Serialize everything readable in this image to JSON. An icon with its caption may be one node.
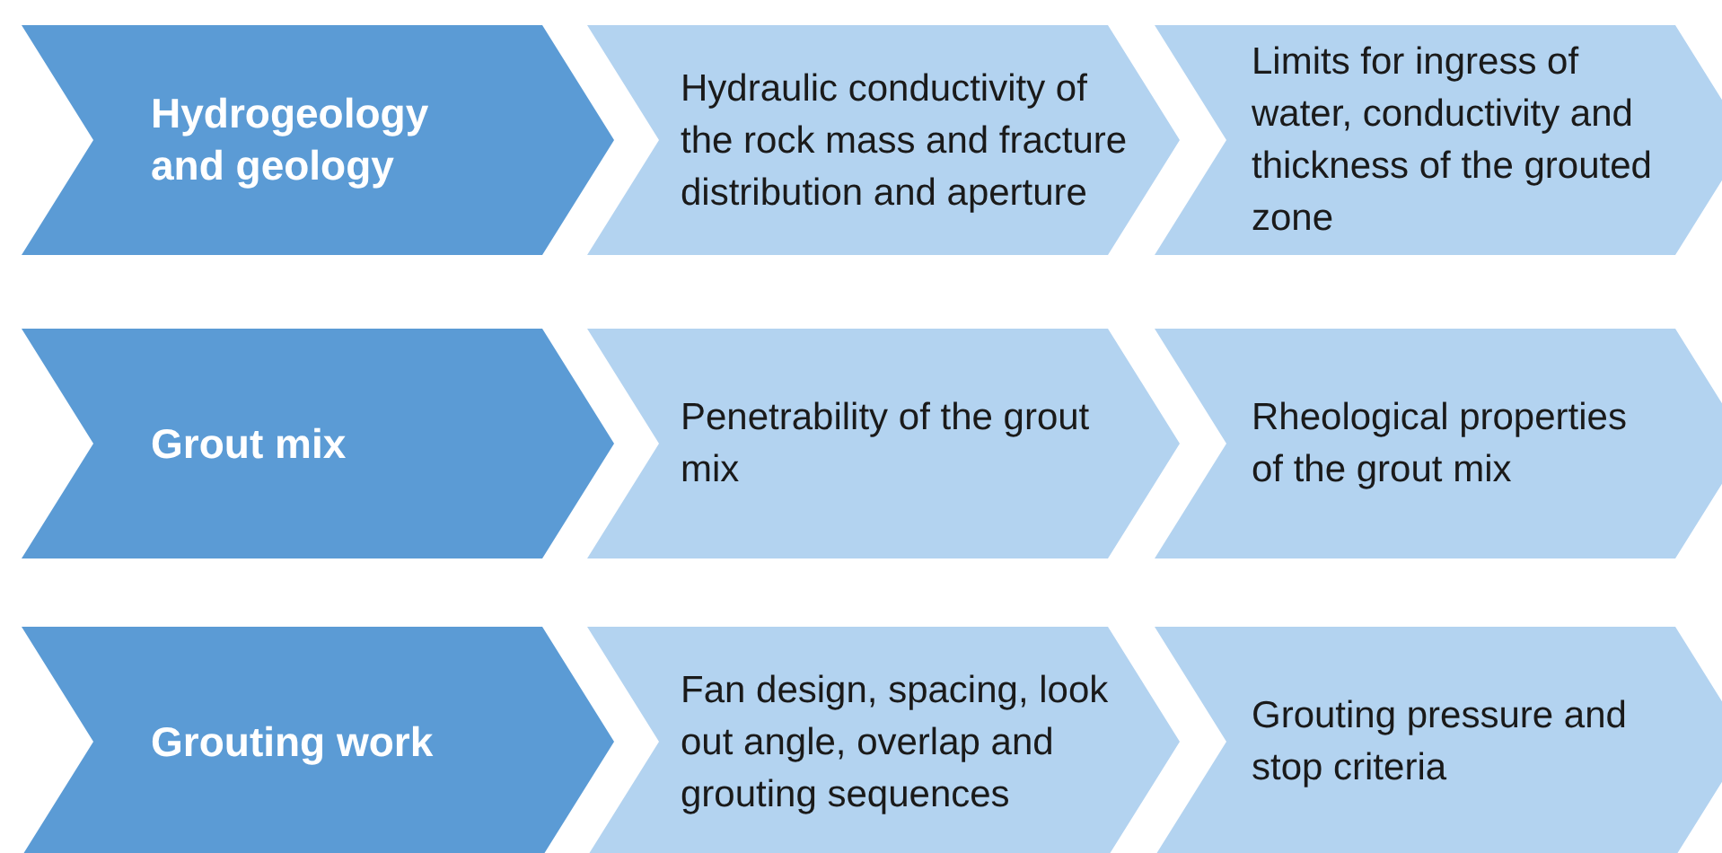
{
  "diagram": {
    "nodes": [
      {
        "text": [
          "Hydrogeology and geology"
        ]
      },
      {
        "text": [
          "Hydraulic conductivity of the rock mass and fracture distribution and aperture"
        ]
      },
      {
        "text": [
          "Limits for ingress of water, conductivity and thickness of the grouted zone"
        ]
      },
      {
        "text": [
          "Grout mix"
        ]
      },
      {
        "text": [
          "Penetrability of the grout mix"
        ]
      },
      {
        "text": [
          "Rheological properties of the grout mix"
        ]
      },
      {
        "text": [
          "Grouting work"
        ]
      },
      {
        "text": [
          "Fan design, spacing, look out angle, overlap and grouting sequences"
        ]
      },
      {
        "text": [
          "Grouting pressure and stop criteria"
        ]
      }
    ]
  }
}
